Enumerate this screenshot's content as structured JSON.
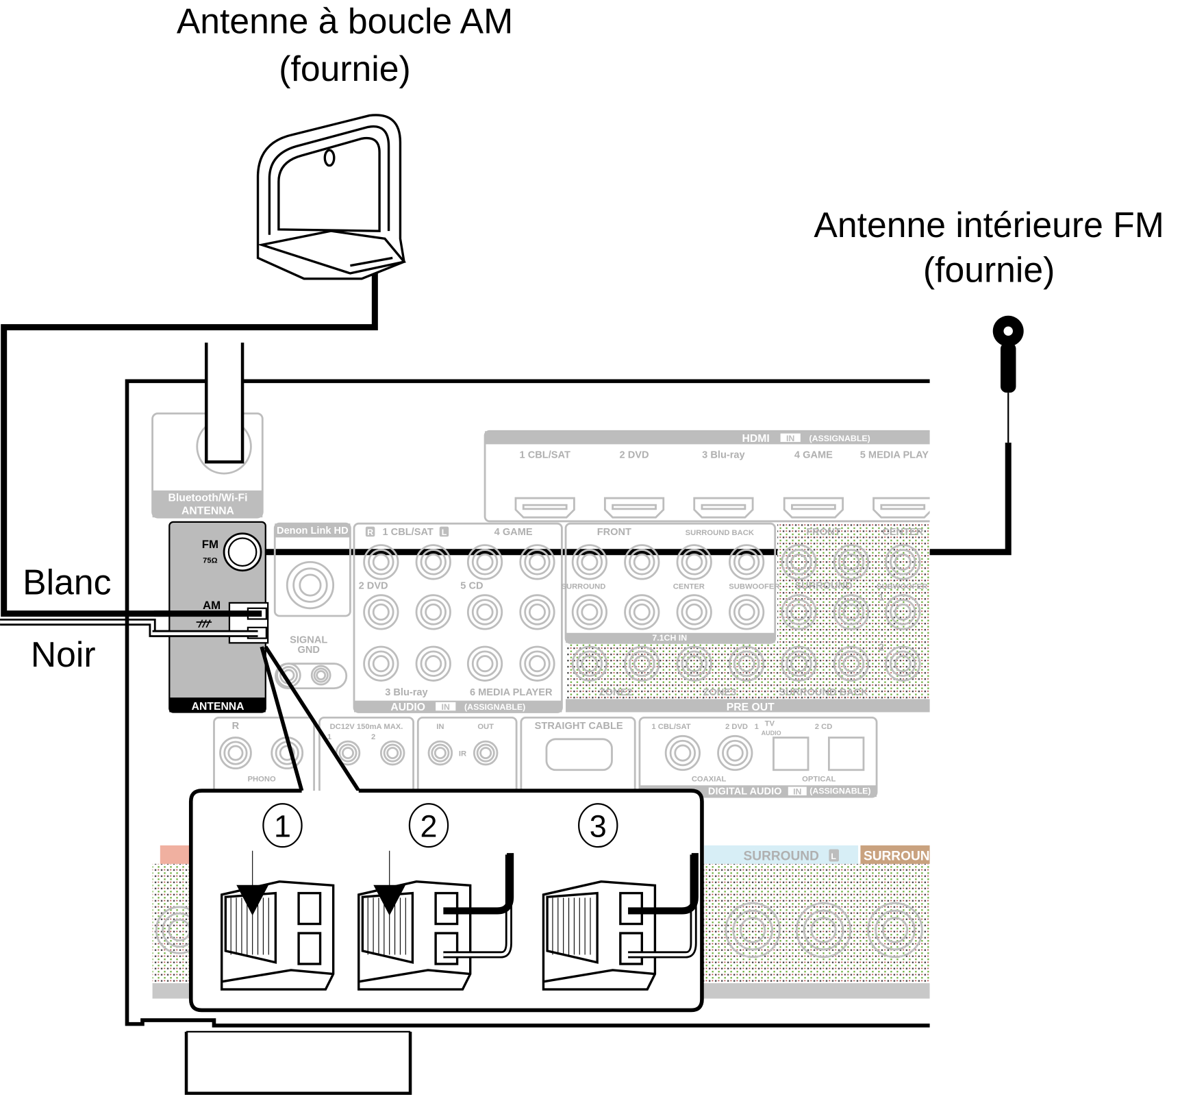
{
  "titles": {
    "am_line1": "Antenne à boucle AM",
    "am_line2": "(fournie)",
    "fm_line1": "Antenne intérieure FM",
    "fm_line2": "(fournie)"
  },
  "wire_labels": {
    "white": "Blanc",
    "black": "Noir"
  },
  "steps": [
    "1",
    "2",
    "3"
  ],
  "panel": {
    "bt_antenna": {
      "line1": "Bluetooth/Wi-Fi",
      "line2": "ANTENNA"
    },
    "antenna": {
      "fm": "FM",
      "impedance": "75Ω",
      "am": "AM",
      "title": "ANTENNA"
    },
    "hdmi": {
      "title": "HDMI",
      "in_badge": "IN",
      "assignable": "(ASSIGNABLE)",
      "inputs": [
        "1 CBL/SAT",
        "2 DVD",
        "3 Blu-ray",
        "4 GAME",
        "5 MEDIA PLAY"
      ]
    },
    "denon_link": "Denon Link HD",
    "audio_in": {
      "row1": [
        "1 CBL/SAT",
        "4 GAME"
      ],
      "row2": [
        "2 DVD",
        "5 CD"
      ],
      "row3": [
        "3 Blu-ray",
        "6 MEDIA PLAYER"
      ],
      "title": "AUDIO",
      "in_badge": "IN",
      "assignable": "(ASSIGNABLE)",
      "r": "R",
      "l": "L"
    },
    "signal_gnd": [
      "SIGNAL",
      "GND"
    ],
    "ch71_in": {
      "front": "FRONT",
      "surround_back": "SURROUND BACK",
      "surround": "SURROUND",
      "center": "CENTER",
      "subwoofer": "SUBWOOFER",
      "title": "7.1CH IN"
    },
    "pre_out": {
      "front": "FRONT",
      "center": "CENTER",
      "surround": "SURROUND",
      "subwoofer": "SUBWOOFER",
      "sub1": "1",
      "sub2": "2",
      "zone2": "ZONE2",
      "zone3": "ZONE3",
      "surround_back": "SURROUND BACK",
      "title": "PRE OUT"
    },
    "phono": {
      "r": "R",
      "label": "PHONO"
    },
    "trigger": {
      "label": "DC12V 150mA MAX.",
      "one": "1",
      "two": "2"
    },
    "remote": {
      "in": "IN",
      "out": "OUT",
      "ir": "IR"
    },
    "rs232": "STRAIGHT CABLE",
    "digital_audio": {
      "coax1": "1 CBL/SAT",
      "coax2": "2 DVD",
      "opt1": "1",
      "opt1_tv": "TV",
      "opt1_audio": "AUDIO",
      "opt2": "2 CD",
      "coaxial": "COAXIAL",
      "optical": "OPTICAL",
      "title": "DIGITAL AUDIO",
      "in_badge": "IN",
      "assignable": "(ASSIGNABLE)"
    },
    "speakers": {
      "surround": "SURROUND",
      "l": "L",
      "surround_cut": "SURROUN"
    }
  },
  "colors": {
    "line": "#000000",
    "panel_gray": "#bdbdbd",
    "antenna_panel": "#bbbbbb",
    "surround_blue": "#d7eef6",
    "surround_back_tan": "#c9a27f",
    "front_red": "#f0b0a0"
  }
}
